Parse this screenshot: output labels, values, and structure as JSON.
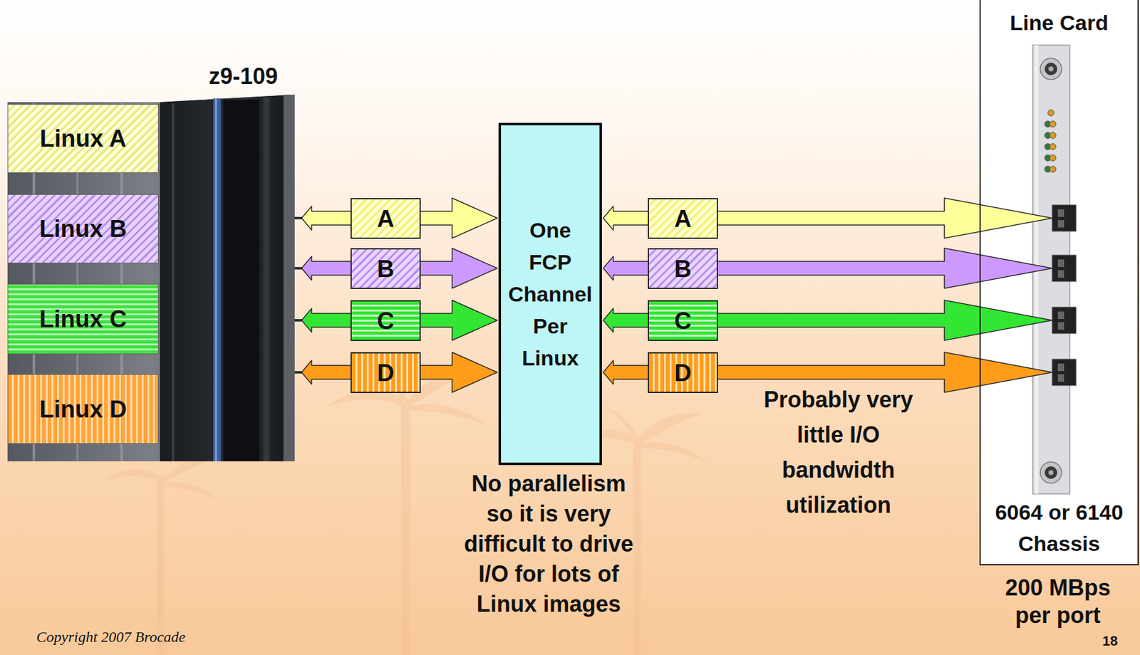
{
  "diagram": {
    "nodes": [
      {
        "text": [
          "z9-109"
        ]
      },
      {
        "text": [
          "Linux A"
        ],
        "in": 0
      },
      {
        "text": [
          "Linux B"
        ],
        "in": 0
      },
      {
        "text": [
          "Linux C"
        ],
        "in": 0
      },
      {
        "text": [
          "Linux D"
        ],
        "in": 0
      },
      {
        "text": [
          "One FCP Channel Per Linux"
        ]
      },
      {
        "text": [
          "Line Card",
          "6064 or 6140 Chassis"
        ]
      }
    ],
    "edges": [
      {
        "from": 1,
        "to": 5,
        "label": "A",
        "arrow": "both"
      },
      {
        "from": 2,
        "to": 5,
        "label": "B",
        "arrow": "both"
      },
      {
        "from": 3,
        "to": 5,
        "label": "C",
        "arrow": "both"
      },
      {
        "from": 4,
        "to": 5,
        "label": "D",
        "arrow": "both"
      },
      {
        "from": 5,
        "to": 6,
        "label": "A",
        "arrow": "both"
      },
      {
        "from": 5,
        "to": 6,
        "label": "B",
        "arrow": "both"
      },
      {
        "from": 5,
        "to": 6,
        "label": "C",
        "arrow": "both"
      },
      {
        "from": 5,
        "to": 6,
        "label": "D",
        "arrow": "both"
      }
    ],
    "labels": [
      "Probably very little I/O bandwidth utilization",
      "No parallelism so it is very difficult to drive I/O for lots of Linux images",
      "200 MBps per port",
      "18",
      "Copyright 2007 Brocade"
    ]
  }
}
